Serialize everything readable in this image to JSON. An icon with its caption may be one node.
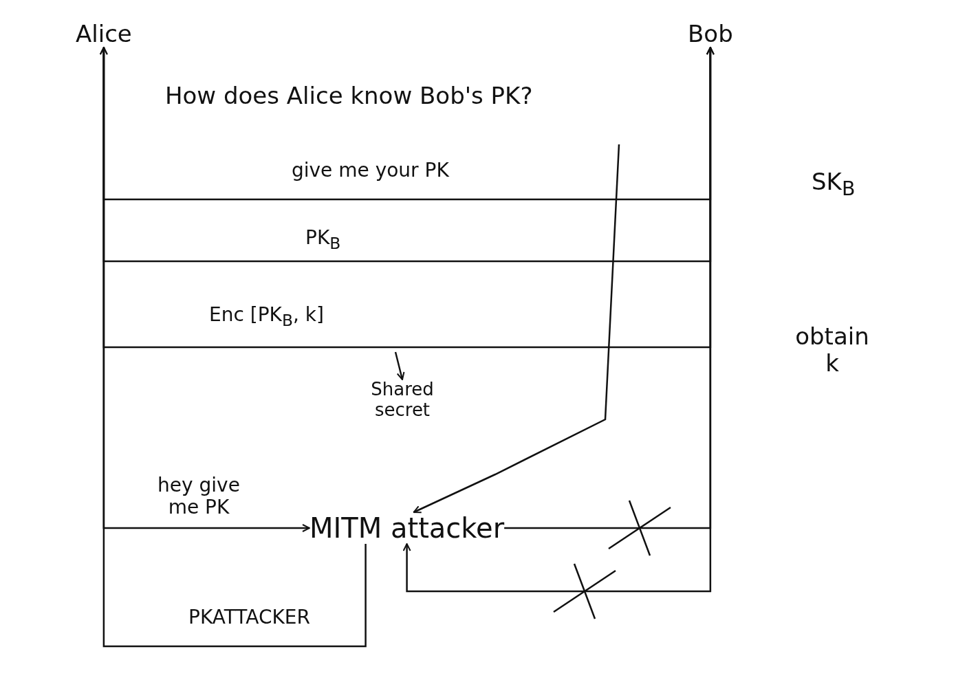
{
  "diagram": {
    "nodes": [
      {
        "text": [
          "Alice"
        ]
      },
      {
        "text": [
          "Bob"
        ]
      },
      {
        "text": [
          "MITM attacker"
        ]
      },
      {
        "text": [
          "Shared secret"
        ]
      }
    ],
    "edges": [
      {
        "from": 0,
        "to": 1,
        "arrow": "to",
        "label": "give me your PK"
      },
      {
        "from": 1,
        "to": 0,
        "arrow": "to",
        "label": "PK$_{B}$"
      },
      {
        "from": 0,
        "to": 1,
        "arrow": "to",
        "label": "Enc [PK$_{B}$, k]"
      },
      {
        "from": null,
        "to": 2,
        "arrow": "to"
      },
      {
        "from": null,
        "to": 3,
        "arrow": "to"
      },
      {
        "from": 0,
        "to": 2,
        "arrow": "to",
        "label": "hey give me PK"
      },
      {
        "from": 2,
        "to": 1,
        "arrow": "to"
      },
      {
        "from": 1,
        "to": 2,
        "arrow": "to"
      },
      {
        "from": 2,
        "to": 0,
        "arrow": "to",
        "label": "PKATTACKER"
      }
    ],
    "labels": [
      "How does Alice know Bob's PK?",
      "SK$_{B}$",
      "obtain k"
    ]
  }
}
